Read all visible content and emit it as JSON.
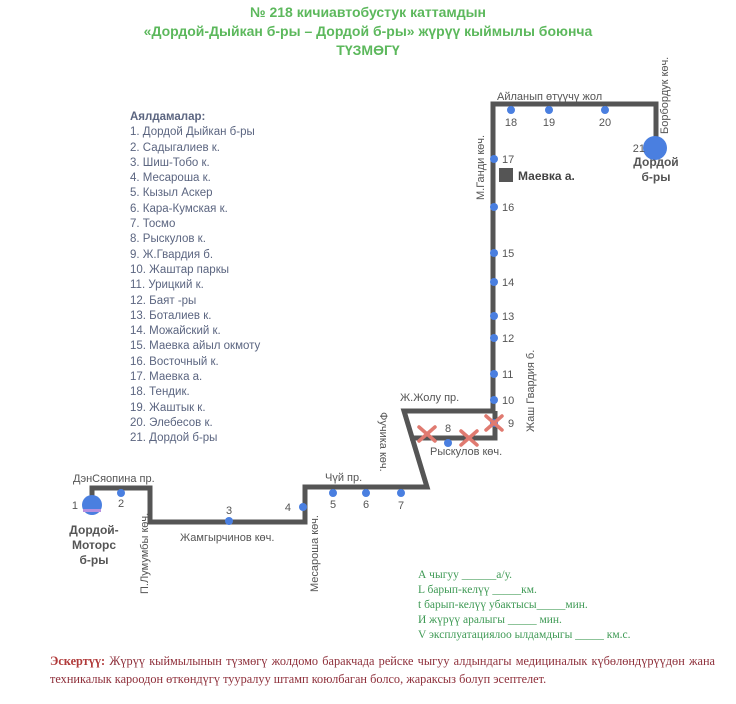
{
  "title": {
    "line1": "№ 218 кичиавтобустук каттамдын",
    "line2": "«Дордой-Дыйкан б-ры  – Дордой б-ры» жүрүү кыймылы боюнча",
    "line3": "ТҮЗМӨГҮ"
  },
  "stops_list": {
    "heading": "Аялдамалар:",
    "items": [
      "1. Дордой Дыйкан б-ры",
      "2. Садыгалиев к.",
      "3. Шиш-Тобо к.",
      "4. Месароша к.",
      "5. Кызыл Аскер",
      "6. Кара-Кумская к.",
      "7. Тосмо",
      "8. Рыскулов к.",
      "9. Ж.Гвардия б.",
      "10. Жаштар паркы",
      "11. Урицкий к.",
      "12. Баят -ры",
      "13. Боталиев к.",
      "14. Можайский к.",
      "15. Маевка айыл окмоту",
      "16. Восточный к.",
      "17. Маевка а.",
      "18. Тендик.",
      "19. Жаштык к.",
      "20. Элебесов к.",
      "21. Дордой б-ры"
    ]
  },
  "map": {
    "stop_numbers": [
      "1",
      "2",
      "3",
      "4",
      "5",
      "6",
      "7",
      "8",
      "9",
      "10",
      "11",
      "12",
      "13",
      "14",
      "15",
      "16",
      "17",
      "18",
      "19",
      "20",
      "21"
    ],
    "streets": {
      "dan": "ДэнСяопина пр.",
      "lumumba": "П.Лумумбы көч.",
      "zhamgyrchinov": "Жамгырчинов көч.",
      "mesarosha": "Месароша көч.",
      "chui": "Чүй пр.",
      "fuchika": "Фучика көч.",
      "zhzholu": "Ж.Жолу пр.",
      "ryskulov": "Рыскулов көч.",
      "zhash_gvardiya": "Жаш Гвардия б.",
      "gandi": "М.Ганди көч.",
      "aylanyp": "Айланып өтүүчү жол",
      "borborduk": "Борбордук көч."
    },
    "start_label": [
      "Дордой-",
      "Моторс",
      "б-ры"
    ],
    "end_label": [
      "Дордой",
      "б-ры"
    ],
    "landmark": "Маевка а.",
    "colors": {
      "route": "#555555",
      "stop": "#4a7fe0",
      "closed": "#e07a70"
    }
  },
  "legend": {
    "a": "А чыгуу  ______а/у.",
    "l": "L барып-келүү  _____км.",
    "t": "t барып-келүү убактысы_____мин.",
    "i": "И жүрүү аралыгы  _____     мин.",
    "v": "V эксплуатациялоо ылдамдыгы  _____ км.с."
  },
  "note": {
    "label": "Эскертүү:",
    "text": " Жүрүү кыймылынын түзмөгү жолдомо баракчада рейске чыгуу алдындагы медициналык күбөлөндүрүүдөн жана техникалык кароодон өткөндүгү тууралуу штамп коюлбаган болсо, жараксыз болуп эсептелет."
  }
}
